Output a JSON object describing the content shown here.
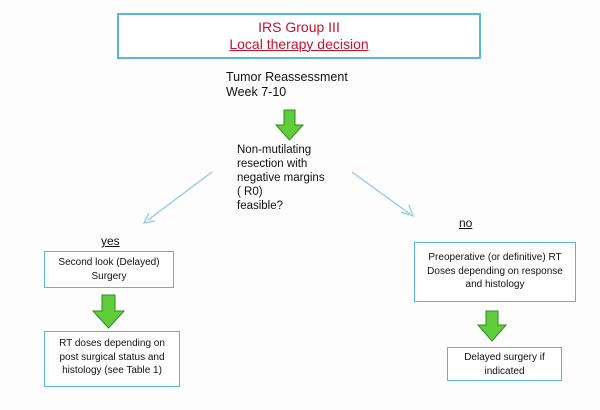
{
  "title": {
    "line1": "IRS Group  III",
    "line2": "Local therapy decision"
  },
  "reassessment": {
    "line1": "Tumor  Reassessment",
    "line2": "Week  7-10"
  },
  "question": {
    "line1": "Non-mutilating",
    "line2": "resection with",
    "line3": "negative margins",
    "line4": "( R0)",
    "line5": "feasible?"
  },
  "branches": {
    "yes_label": "yes",
    "no_label": "no"
  },
  "yes_path": {
    "box1_line1": "Second look (Delayed)",
    "box1_line2": "Surgery",
    "box2_line1": "RT doses depending on",
    "box2_line2": "post surgical status and",
    "box2_line3": "histology  (see Table 1)"
  },
  "no_path": {
    "box1_line1": "Preoperative (or definitive) RT",
    "box1_line2": "Doses depending on response",
    "box1_line3": "and histology",
    "box2_line1": "Delayed surgery if",
    "box2_line2": "indicated"
  },
  "colors": {
    "title_text": "#c4122f",
    "box_border": "#58b6d6",
    "arrow_fill": "#5fce3a",
    "arrow_stroke": "#2f8a1c",
    "connector": "#8ec9de"
  }
}
